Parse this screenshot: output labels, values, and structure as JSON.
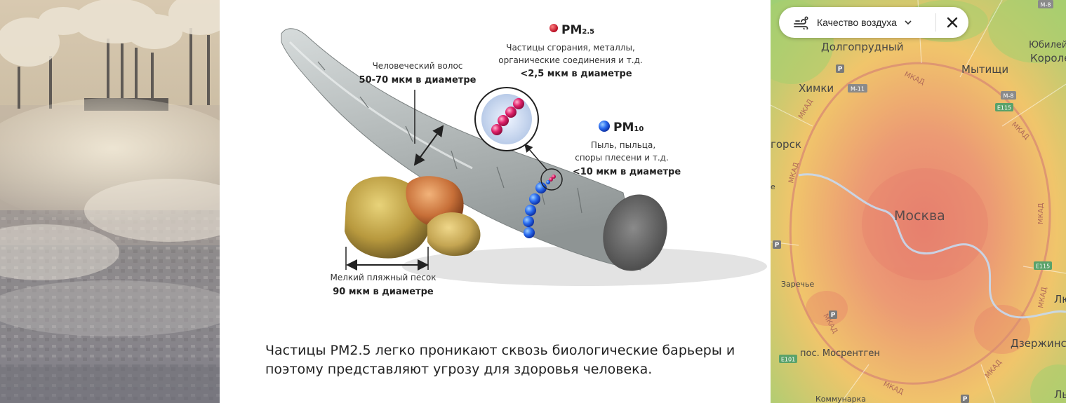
{
  "infographic": {
    "hair_label": "Человеческий волос",
    "hair_size": "50-70 мкм в диаметре",
    "pm25_name": "PM",
    "pm25_sub": "2.5",
    "pm25_desc_line1": "Частицы сгорания, металлы,",
    "pm25_desc_line2": "органические соединения и т.д.",
    "pm25_size": "<2,5 мкм в диаметре",
    "pm10_name": "PM",
    "pm10_sub": "10",
    "pm10_desc_line1": "Пыль, пыльца,",
    "pm10_desc_line2": "споры плесени и т.д.",
    "pm10_size": "<10 мкм в диаметре",
    "sand_label": "Мелкий пляжный песок",
    "sand_size": "90 мкм в диаметре"
  },
  "caption": "Частицы PM2.5 легко проникают сквозь биологические барьеры и поэтому представляют угрозу для здоровья человека.",
  "map": {
    "air_quality_label": "Качество воздуха",
    "places": {
      "dolgoprudny": "Долгопрудный",
      "mytishchi": "Мытищи",
      "yubileyny": "Юбилейны",
      "korolev": "Королев",
      "khimki": "Химки",
      "krasnogorsk": "горск",
      "moscow": "Москва",
      "zarechye": "Заречье",
      "mosrentgen": "пос. Мосрентген",
      "dzerzhinsky": "Дзержинс",
      "kommunarka": "Коммунарка",
      "lyubertsy1": "Лю",
      "lyubertsy2": "Лы",
      "ring_letter": "е"
    },
    "road_badges": {
      "m11": "М-11",
      "m8": "М-8",
      "m8top": "М-8",
      "e115a": "E115",
      "e115b": "E115",
      "e101": "E101"
    },
    "ring_labels": {
      "mkad1": "МКАД",
      "mkad2": "МКАД",
      "mkad3": "МКАД",
      "mkad4": "МКАД",
      "mkad5": "МКАД",
      "mkad6": "МКАД",
      "mkad7": "МКАД",
      "mkad8": "МКАД",
      "mkad9": "МКАД"
    },
    "colors": {
      "clean": "#9fcf74",
      "moderate": "#f0c56b",
      "polluted": "#ec9a74",
      "center": "#e88271"
    }
  }
}
